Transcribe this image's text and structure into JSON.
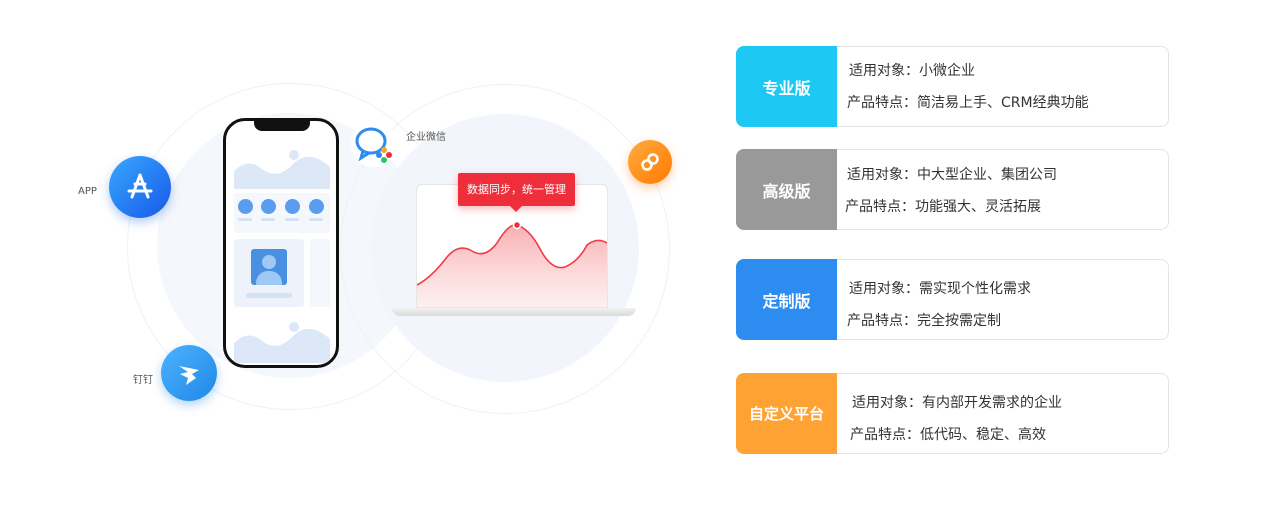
{
  "illustration": {
    "platforms": {
      "app": "APP",
      "wecom": "企业微信",
      "dingtalk": "钉钉"
    },
    "tooltip": "数据同步，统一管理"
  },
  "plans": [
    {
      "badge": "专业版",
      "color": "#1ec8f5",
      "target_label": "适用对象：",
      "target": "小微企业",
      "feature_label": "产品特点：",
      "features": "简洁易上手、CRM经典功能"
    },
    {
      "badge": "高级版",
      "color": "#999999",
      "target_label": "适用对象：",
      "target": "中大型企业、集团公司",
      "feature_label": "产品特点：",
      "features": "功能强大、灵活拓展"
    },
    {
      "badge": "定制版",
      "color": "#2d8cf0",
      "target_label": "适用对象：",
      "target": "需实现个性化需求",
      "feature_label": "产品特点：",
      "features": "完全按需定制"
    },
    {
      "badge": "自定义平台",
      "color": "#ffa234",
      "target_label": "适用对象：",
      "target": "有内部开发需求的企业",
      "feature_label": "产品特点：",
      "features": "低代码、稳定、高效"
    }
  ]
}
